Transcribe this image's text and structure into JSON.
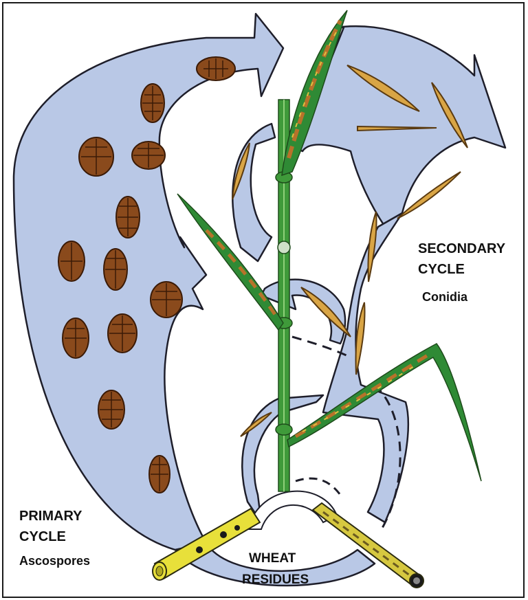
{
  "labels": {
    "secondary_title_1": "SECONDARY",
    "secondary_title_2": "CYCLE",
    "secondary_sub": "Conidia",
    "primary_title_1": "PRIMARY",
    "primary_title_2": "CYCLE",
    "primary_sub": "Ascospores",
    "residues_1": "WHEAT",
    "residues_2": "RESIDUES"
  },
  "colors": {
    "background": "#ffffff",
    "frame": "#1a1a1a",
    "arrow_fill": "#b9c8e6",
    "arrow_stroke": "#1e1e2a",
    "spore_fill": "#8a4a1c",
    "spore_stroke": "#3a1a06",
    "conidia_fill": "#d9a545",
    "stem_green": "#3f9a3a",
    "leaf_green": "#2f8a35",
    "lesion": "#b7722a",
    "residue_yellow": "#e8e03a"
  }
}
